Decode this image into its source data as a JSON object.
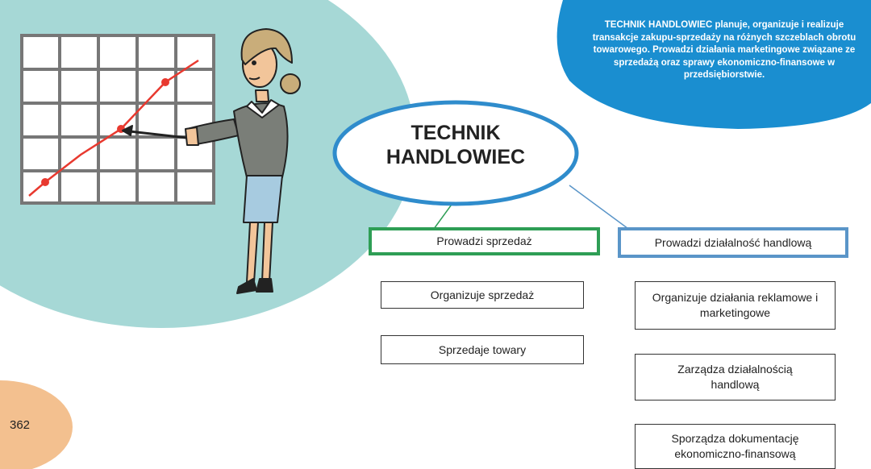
{
  "info_blob": {
    "text": "TECHNIK HANDLOWIEC planuje, organizuje i realizuje transakcje zakupu-sprzedaży na różnych szczeblach obrotu towarowego. Prowadzi działania marketingowe związane ze sprzedażą oraz sprawy ekonomiczno-finansowe w przedsiębiorstwie.",
    "color": "#1a8ed0"
  },
  "center": {
    "title": "TECHNIK HANDLOWIEC",
    "border_color": "#2f8ccc"
  },
  "branches": [
    {
      "label": "Prowadzi sprzedaż",
      "color": "#2e9e55",
      "items": [
        "Organizuje sprzedaż",
        "Sprzedaje towary"
      ]
    },
    {
      "label": "Prowadzi działalność handlową",
      "color": "#5a95c8",
      "items": [
        "Organizuje działania reklamowe i marketingowe",
        "Zarządza działalnością handlową",
        "Sporządza dokumentację ekonomiczno-finansową"
      ]
    }
  ],
  "page_number": "362",
  "colors": {
    "teal_background": "#a6d8d6",
    "page_tab": "#f3c08f",
    "chart_line": "#e8392f"
  },
  "illustration": "woman-pointing-at-rising-chart"
}
